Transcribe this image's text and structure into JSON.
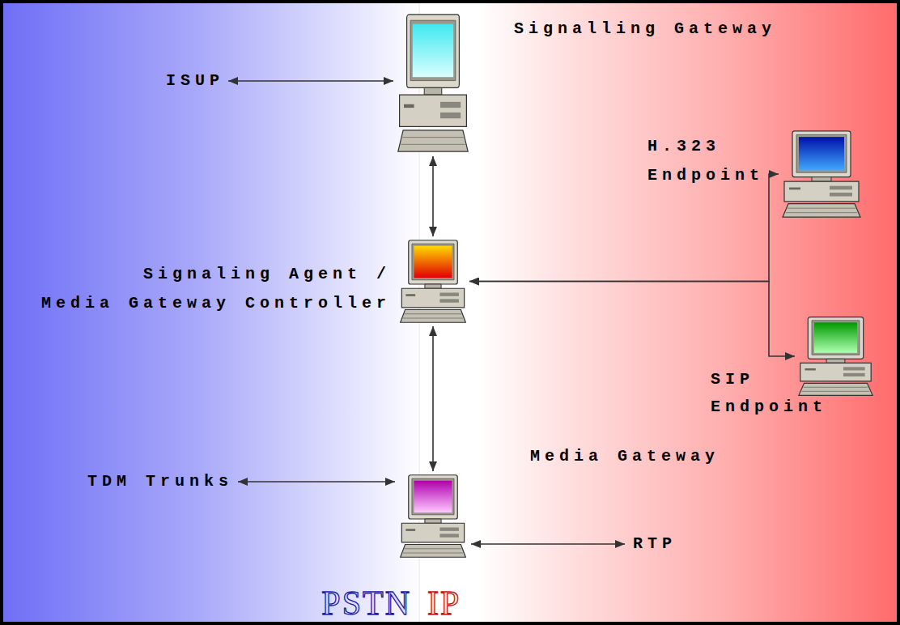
{
  "diagram": {
    "nodes": [
      {
        "text": [
          "Signalling Gateway"
        ]
      },
      {
        "text": [
          "H.323 Endpoint"
        ]
      },
      {
        "text": [
          "Signaling Agent /",
          "Media Gateway Controller"
        ]
      },
      {
        "text": [
          "SIP Endpoint"
        ]
      },
      {
        "text": [
          "Media Gateway"
        ]
      }
    ],
    "edges": [
      {
        "from": 0,
        "to": 2,
        "arrow": "both"
      },
      {
        "from": 2,
        "to": 1,
        "arrow": "both"
      },
      {
        "from": 2,
        "to": 3,
        "arrow": "both"
      },
      {
        "from": 2,
        "to": 4,
        "arrow": "both"
      }
    ],
    "labels": [
      "ISUP",
      "TDM Trunks",
      "RTP",
      "PSTN",
      "IP"
    ]
  }
}
